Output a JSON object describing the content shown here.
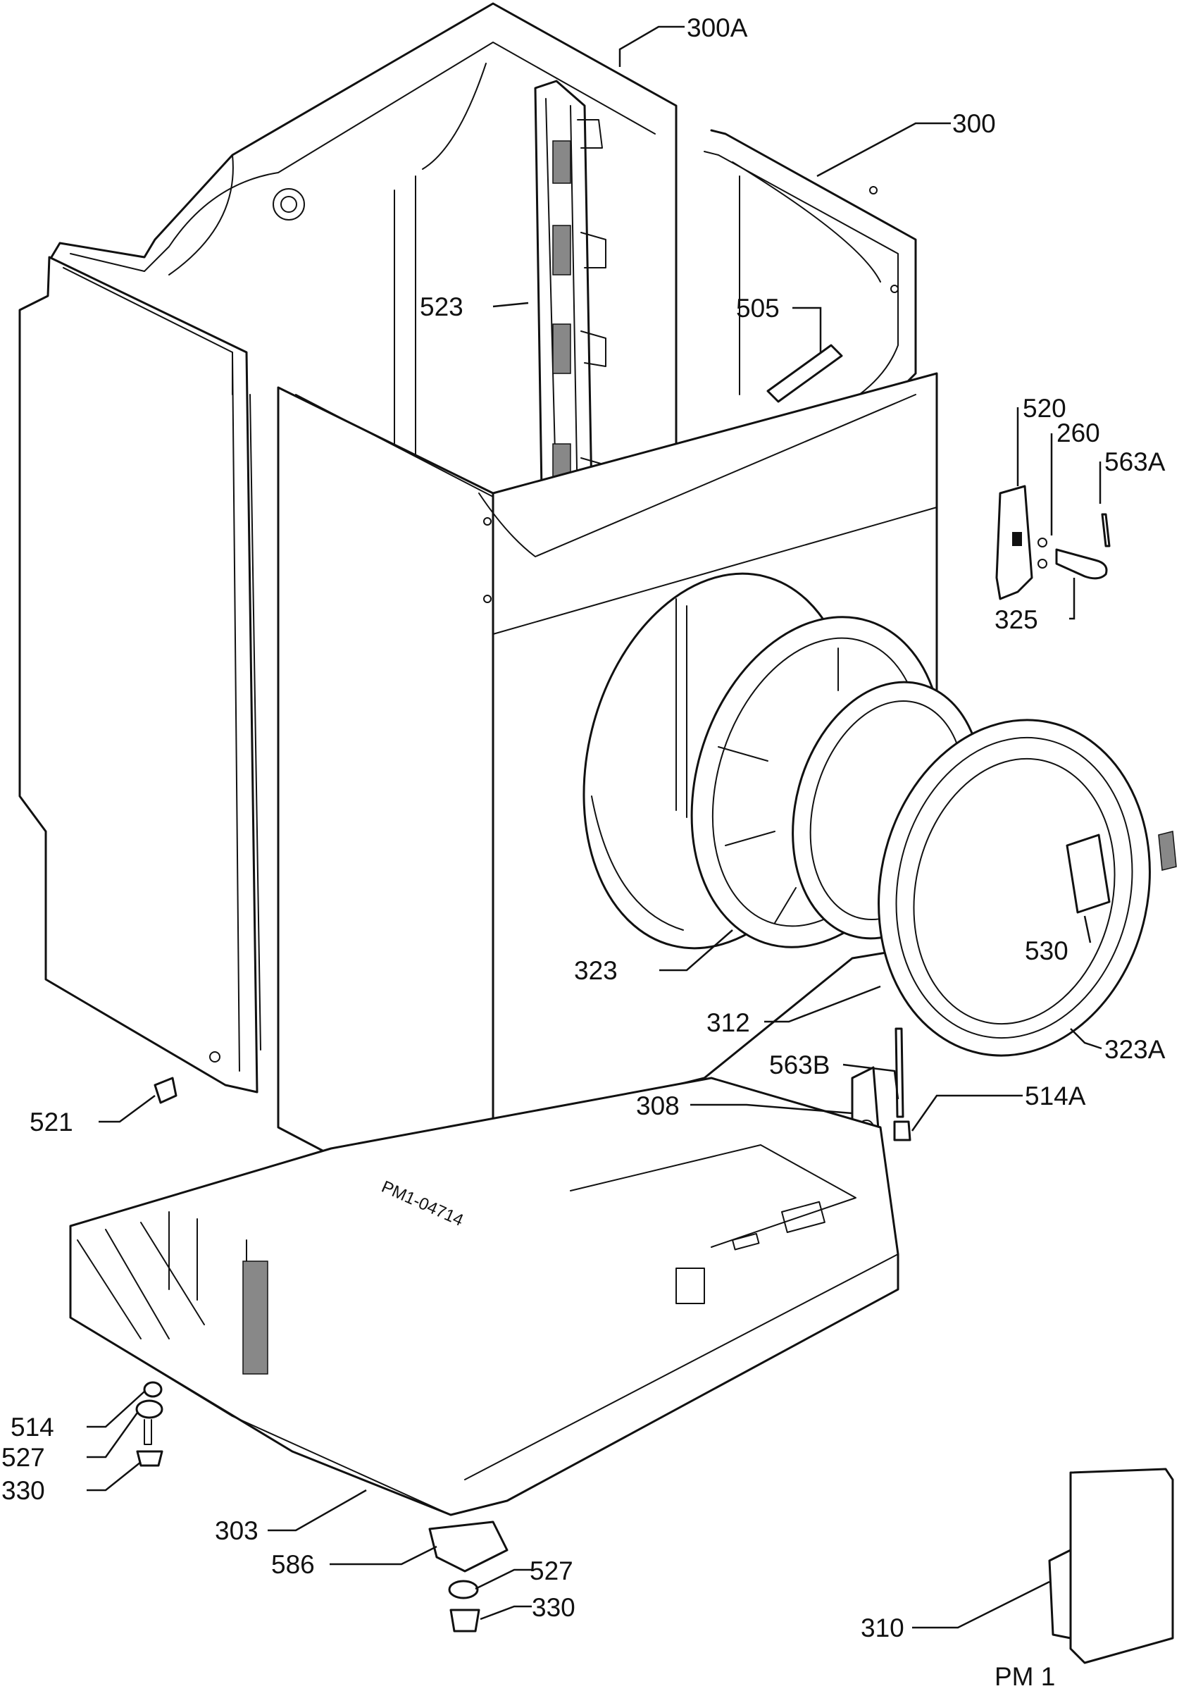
{
  "diagram": {
    "labels": [
      {
        "id": "300A",
        "text": "300A"
      },
      {
        "id": "300",
        "text": "300"
      },
      {
        "id": "523",
        "text": "523"
      },
      {
        "id": "505",
        "text": "505"
      },
      {
        "id": "520",
        "text": "520"
      },
      {
        "id": "260",
        "text": "260"
      },
      {
        "id": "563A",
        "text": "563A"
      },
      {
        "id": "325",
        "text": "325"
      },
      {
        "id": "530",
        "text": "530"
      },
      {
        "id": "323",
        "text": "323"
      },
      {
        "id": "312",
        "text": "312"
      },
      {
        "id": "323A",
        "text": "323A"
      },
      {
        "id": "563B",
        "text": "563B"
      },
      {
        "id": "308",
        "text": "308"
      },
      {
        "id": "514A",
        "text": "514A"
      },
      {
        "id": "521",
        "text": "521"
      },
      {
        "id": "514",
        "text": "514"
      },
      {
        "id": "527a",
        "text": "527"
      },
      {
        "id": "330a",
        "text": "330"
      },
      {
        "id": "303",
        "text": "303"
      },
      {
        "id": "586",
        "text": "586"
      },
      {
        "id": "527b",
        "text": "527"
      },
      {
        "id": "330b",
        "text": "330"
      },
      {
        "id": "310",
        "text": "310"
      }
    ],
    "drawing_code": "PM1-04714",
    "page_code": "PM 1"
  }
}
